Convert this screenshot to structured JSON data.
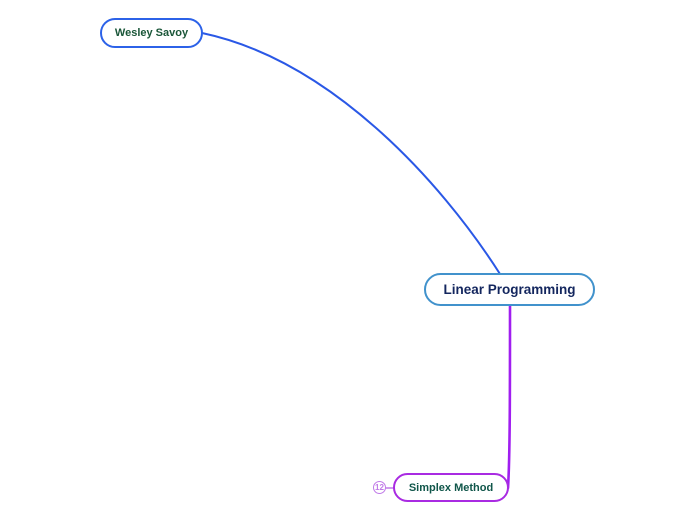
{
  "mindmap": {
    "background_color": "#ffffff",
    "nodes": [
      {
        "id": "wesley-savoy",
        "label": "Wesley Savoy",
        "border_color": "#2c62e8",
        "text_color": "#1a5638",
        "role": "root-topic"
      },
      {
        "id": "linear-programming",
        "label": "Linear Programming",
        "border_color": "#4192cc",
        "text_color": "#13265e",
        "role": "subtopic"
      },
      {
        "id": "simplex-method",
        "label": "Simplex Method",
        "border_color": "#a92be2",
        "text_color": "#10564a",
        "role": "subtopic-collapsed"
      }
    ],
    "edges": [
      {
        "id": "wesley-to-linear-programming",
        "color": "#2a58e6"
      },
      {
        "id": "linear-programming-to-simplex",
        "color": "#a01ef0"
      },
      {
        "id": "badge-to-simplex",
        "color": "#c07ae8"
      }
    ],
    "badge": {
      "count": "12",
      "color": "#c07ae8"
    }
  }
}
